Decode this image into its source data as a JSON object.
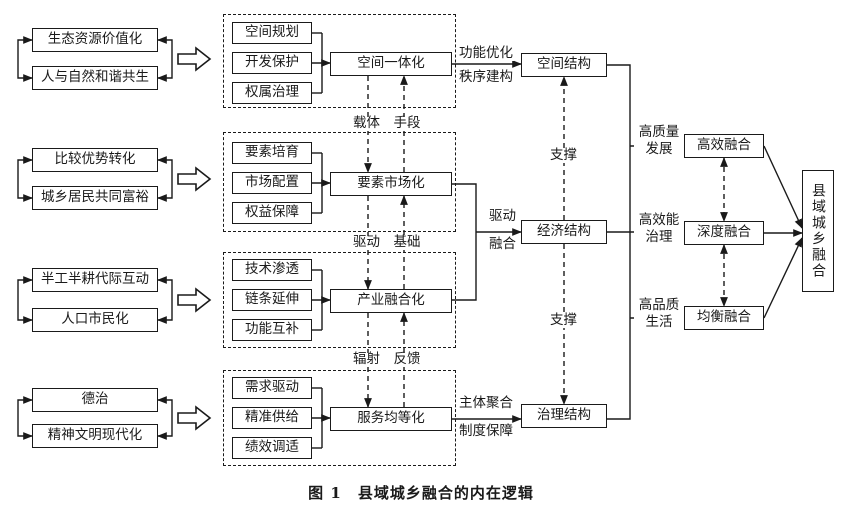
{
  "caption": {
    "label": "图 1",
    "text": "县域城乡融合的内在逻辑"
  },
  "groups": [
    {
      "goals": [
        "生态资源价值化",
        "人与自然和谐共生"
      ],
      "means": [
        "空间规划",
        "开发保护",
        "权属治理"
      ],
      "mid": "空间一体化",
      "link": [
        "功能优化",
        "秩序建构"
      ],
      "structure": "空间结构"
    },
    {
      "goals": [
        "比较优势转化",
        "城乡居民共同富裕"
      ],
      "means": [
        "要素培育",
        "市场配置",
        "权益保障"
      ],
      "mid": "要素市场化",
      "link": [
        "驱动",
        "融合"
      ],
      "structure": "经济结构"
    },
    {
      "goals": [
        "半工半耕代际互动",
        "人口市民化"
      ],
      "means": [
        "技术渗透",
        "链条延伸",
        "功能互补"
      ],
      "mid": "产业融合化",
      "link": [],
      "structure": ""
    },
    {
      "goals": [
        "德治",
        "精神文明现代化"
      ],
      "means": [
        "需求驱动",
        "精准供给",
        "绩效调适"
      ],
      "mid": "服务均等化",
      "link": [
        "主体聚合",
        "制度保障"
      ],
      "structure": "治理结构"
    }
  ],
  "between_labels": [
    "载体　手段",
    "驱动　基础",
    "辐射　反馈"
  ],
  "support_labels": [
    "支撑",
    "支撑"
  ],
  "outcomes": [
    {
      "label": [
        "高质量",
        "发展"
      ],
      "box": "高效融合"
    },
    {
      "label": [
        "高效能",
        "治理"
      ],
      "box": "深度融合"
    },
    {
      "label": [
        "高品质",
        "生活"
      ],
      "box": "均衡融合"
    }
  ],
  "final": "县域城乡融合"
}
